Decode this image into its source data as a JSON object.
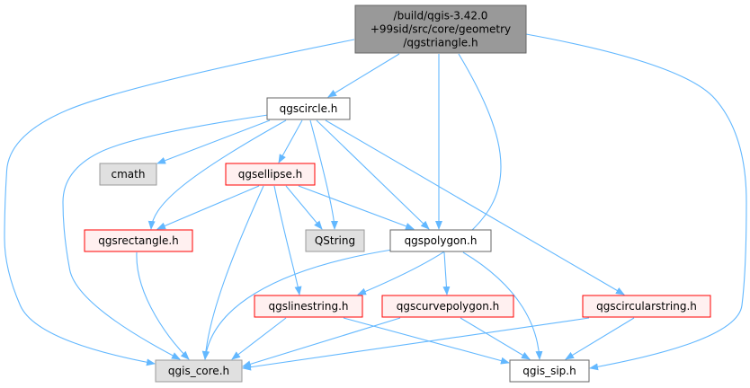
{
  "colors": {
    "edge": "#63b8ff",
    "root_fill": "#999999",
    "root_stroke": "#666666",
    "normal_fill": "#ffffff",
    "normal_stroke": "#666666",
    "red_fill": "#fff0f0",
    "red_stroke": "#ff0000",
    "gray_fill": "#e0e0e0",
    "gray_stroke": "#999999"
  },
  "nodes": {
    "root": {
      "lines": [
        "/build/qgis-3.42.0",
        "+99sid/src/core/geometry",
        "/qgstriangle.h"
      ],
      "style": "root",
      "icon": ""
    },
    "qgscircle": {
      "lines": [
        "qgscircle.h"
      ],
      "style": "normal"
    },
    "cmath": {
      "lines": [
        "cmath"
      ],
      "style": "gray"
    },
    "qgsellipse": {
      "lines": [
        "qgsellipse.h"
      ],
      "style": "red"
    },
    "qgsrectangle": {
      "lines": [
        "qgsrectangle.h"
      ],
      "style": "red"
    },
    "qstring": {
      "lines": [
        "QString"
      ],
      "style": "gray"
    },
    "qgspolygon": {
      "lines": [
        "qgspolygon.h"
      ],
      "style": "normal"
    },
    "qgslinestring": {
      "lines": [
        "qgslinestring.h"
      ],
      "style": "red"
    },
    "qgscurvepolygon": {
      "lines": [
        "qgscurvepolygon.h"
      ],
      "style": "red"
    },
    "qgscircularstring": {
      "lines": [
        "qgscircularstring.h"
      ],
      "style": "red"
    },
    "qgis_core": {
      "lines": [
        "qgis_core.h"
      ],
      "style": "gray"
    },
    "qgis_sip": {
      "lines": [
        "qgis_sip.h"
      ],
      "style": "normal"
    }
  },
  "edges": [
    [
      "root",
      "qgscircle"
    ],
    [
      "root",
      "qgspolygon"
    ],
    [
      "root",
      "qgslinestring"
    ],
    [
      "root",
      "qgis_core"
    ],
    [
      "root",
      "qgis_sip"
    ],
    [
      "qgscircle",
      "cmath"
    ],
    [
      "qgscircle",
      "qgsellipse"
    ],
    [
      "qgscircle",
      "qgsrectangle"
    ],
    [
      "qgscircle",
      "qstring"
    ],
    [
      "qgscircle",
      "qgspolygon"
    ],
    [
      "qgscircle",
      "qgscircularstring"
    ],
    [
      "qgscircle",
      "qgis_core"
    ],
    [
      "qgsellipse",
      "qgsrectangle"
    ],
    [
      "qgsellipse",
      "qstring"
    ],
    [
      "qgsellipse",
      "qgspolygon"
    ],
    [
      "qgsellipse",
      "qgslinestring"
    ],
    [
      "qgsellipse",
      "qgis_core"
    ],
    [
      "qgsrectangle",
      "qgis_core"
    ],
    [
      "qgspolygon",
      "qgscurvepolygon"
    ],
    [
      "qgspolygon",
      "qgis_core"
    ],
    [
      "qgspolygon",
      "qgis_sip"
    ],
    [
      "qgslinestring",
      "qgis_core"
    ],
    [
      "qgslinestring",
      "qgis_sip"
    ],
    [
      "qgscurvepolygon",
      "qgis_core"
    ],
    [
      "qgscurvepolygon",
      "qgis_sip"
    ],
    [
      "qgscircularstring",
      "qgis_core"
    ],
    [
      "qgscircularstring",
      "qgis_sip"
    ]
  ]
}
